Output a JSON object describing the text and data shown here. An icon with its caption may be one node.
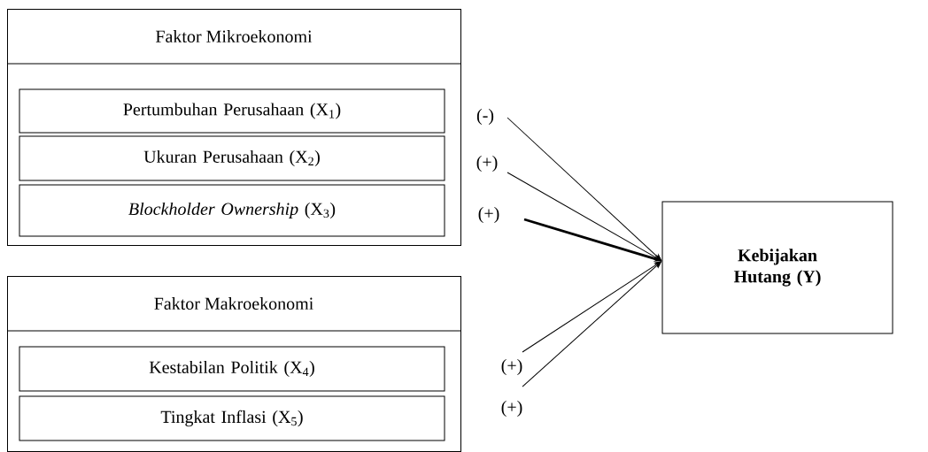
{
  "diagram": {
    "nodes": [
      {
        "text": [
          "Faktor Mikroekonomi"
        ]
      },
      {
        "text": [
          "Pertumbuhan Perusahaan (X$_{1}$)"
        ],
        "in": 0
      },
      {
        "text": [
          "Ukuran Perusahaan (X$_{2}$)"
        ],
        "in": 0
      },
      {
        "text": [
          "*Blockholder Ownership* (X$_{3}$)"
        ],
        "in": 0
      },
      {
        "text": [
          "Faktor Makroekonomi"
        ]
      },
      {
        "text": [
          "Kestabilan Politik (X$_{4}$)"
        ],
        "in": 4
      },
      {
        "text": [
          "Tingkat Inflasi (X$_{5}$)"
        ],
        "in": 4
      },
      {
        "text": [
          "Kebijakan Hutang (Y)"
        ]
      }
    ],
    "edges": [
      {
        "from": null,
        "to": 7,
        "arrow": "to",
        "label": "(-)"
      },
      {
        "from": null,
        "to": 7,
        "arrow": "to",
        "label": "(+)"
      },
      {
        "from": null,
        "to": 7,
        "arrow": "to",
        "label": "(+)",
        "style": "thick"
      },
      {
        "from": null,
        "to": 7,
        "arrow": "to",
        "label": "(+)"
      },
      {
        "from": null,
        "to": 7,
        "arrow": "to",
        "label": "(+)"
      }
    ]
  }
}
